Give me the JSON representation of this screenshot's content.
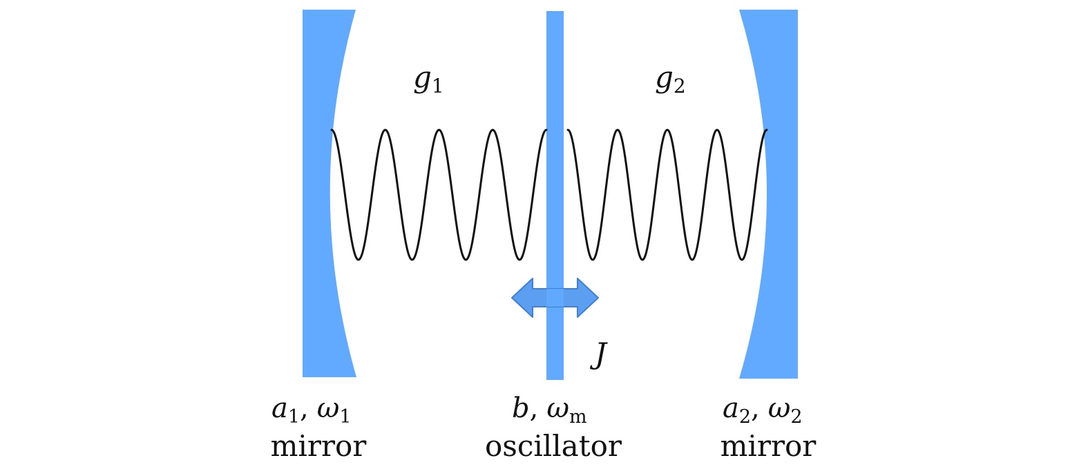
{
  "colors": {
    "component": "#62aaff",
    "arrow_fill": "#5c9ff0",
    "arrow_stroke": "#3f7fd6",
    "wave": "#111111",
    "text": "#111111"
  },
  "coupling_left": {
    "symbol": "g",
    "subscript": "1"
  },
  "coupling_right": {
    "symbol": "g",
    "subscript": "2"
  },
  "hopping": {
    "symbol": "J"
  },
  "left_mirror": {
    "mode": "a",
    "mode_sub": "1",
    "sep": ",",
    "freq": "ω",
    "freq_sub": "1",
    "caption": "mirror"
  },
  "oscillator": {
    "mode": "b",
    "sep": ",",
    "freq": "ω",
    "freq_sub": "m",
    "caption": "oscillator"
  },
  "right_mirror": {
    "mode": "a",
    "mode_sub": "2",
    "sep": ",",
    "freq": "ω",
    "freq_sub": "2",
    "caption": "mirror"
  },
  "icons": {
    "left_mirror": "concave-mirror-left",
    "right_mirror": "concave-mirror-right",
    "membrane": "vertical-membrane",
    "arrow": "double-headed-arrow",
    "wave_left": "standing-wave",
    "wave_right": "standing-wave"
  }
}
